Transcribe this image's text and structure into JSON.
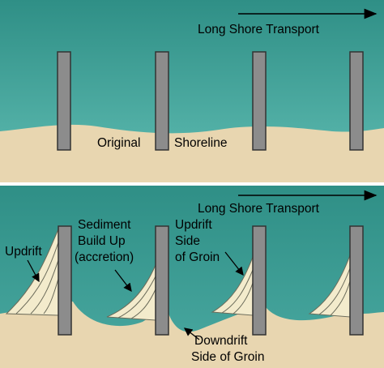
{
  "top_panel": {
    "transport_label": "Long Shore Transport",
    "shoreline_label_left": "Original",
    "shoreline_label_right": "Shoreline"
  },
  "bottom_panel": {
    "transport_label": "Long Shore Transport",
    "updrift_label": "Updrift",
    "sediment_label_lines": [
      "Sediment",
      "Build Up",
      "(accretion)"
    ],
    "updrift_side_lines": [
      "Updrift",
      "Side",
      "of Groin"
    ],
    "downdrift_side_lines": [
      "Downdrift",
      "Side of Groin"
    ]
  },
  "colors": {
    "water_top": "#4aa9a1",
    "water_bottom": "#2f8f86",
    "sand": "#e8d6b0",
    "sediment": "#f3ebcc",
    "groin": "#8c8c8c"
  }
}
